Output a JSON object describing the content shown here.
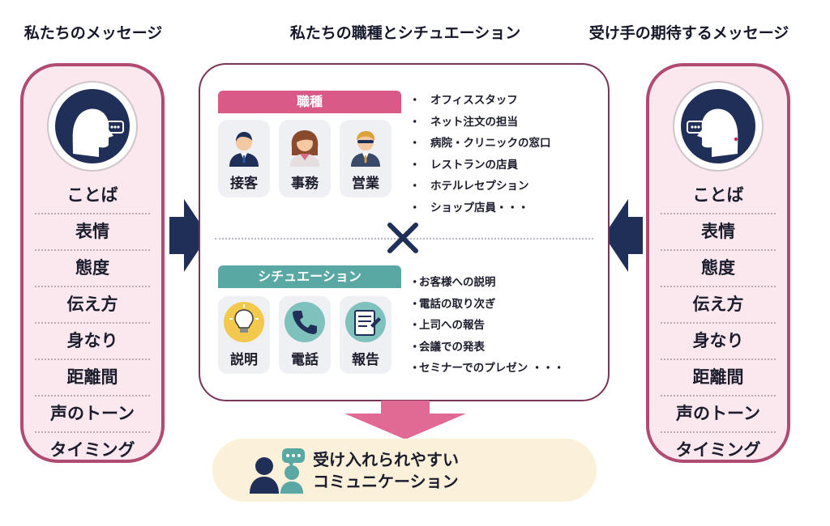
{
  "titles": {
    "left": "私たちのメッセージ",
    "center": "私たちの職種とシチュエーション",
    "right": "受け手の期待するメッセージ"
  },
  "left_items": [
    "ことば",
    "表情",
    "態度",
    "伝え方",
    "身なり",
    "距離間",
    "声のトーン",
    "タイミング"
  ],
  "right_items": [
    "ことば",
    "表情",
    "態度",
    "伝え方",
    "身なり",
    "距離間",
    "声のトーン",
    "タイミング"
  ],
  "jobs": {
    "header": "職種",
    "cards": [
      {
        "label": "接客",
        "icon": "man-in-suit-icon"
      },
      {
        "label": "事務",
        "icon": "office-woman-icon"
      },
      {
        "label": "営業",
        "icon": "salesperson-icon"
      }
    ],
    "examples": [
      "オフィススタッフ",
      "ネット注文の担当",
      "病院・クリニックの窓口",
      "レストランの店員",
      "ホテルレセプション",
      "ショップ店員・・・"
    ]
  },
  "situations": {
    "header": "シチュエーション",
    "cards": [
      {
        "label": "説明",
        "icon": "light-bulb-icon"
      },
      {
        "label": "電話",
        "icon": "telephone-icon"
      },
      {
        "label": "報告",
        "icon": "report-document-icon"
      }
    ],
    "examples": [
      "お客様への説明",
      "電話の取り次ぎ",
      "上司への報告",
      "会議での発表",
      "セミナーでのプレゼン ・・・"
    ]
  },
  "result": {
    "line1": "受け入れられやすい",
    "line2": "コミュニケーション",
    "icon": "conversation-icon"
  },
  "colors": {
    "panel_border": "#b04a70",
    "panel_fill": "#fbe8ee",
    "center_border": "#7a3457",
    "job_header": "#d95a86",
    "situation_header": "#5aa8a3",
    "navy": "#1f2f57",
    "down_arrow": "#e06a93",
    "result_fill": "#fbf0d9"
  }
}
